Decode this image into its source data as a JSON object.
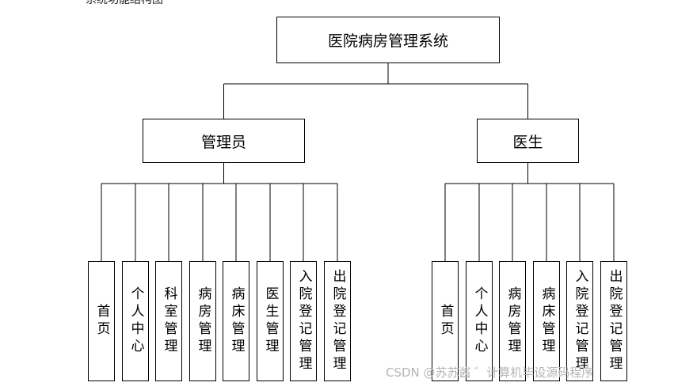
{
  "diagram": {
    "root": "医院病房管理系统",
    "groups": [
      {
        "label": "管理员",
        "children": [
          "首页",
          "个人中心",
          "科室管理",
          "病房管理",
          "病床管理",
          "医生管理",
          "入院登记管理",
          "出院登记管理"
        ]
      },
      {
        "label": "医生",
        "children": [
          "首页",
          "个人中心",
          "病房管理",
          "病床管理",
          "入院登记管理",
          "出院登记管理"
        ]
      }
    ]
  },
  "watermark": "CSDN @苏苏酱 ゛计算机毕设源码程序",
  "top_fragment": "系统功能结构图"
}
